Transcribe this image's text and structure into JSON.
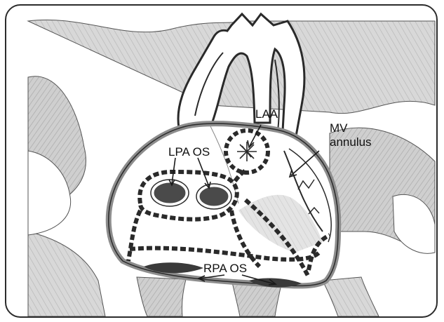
{
  "labels": {
    "laa": "LAA",
    "lpa_os": "LPA OS",
    "mv_line1": "MV",
    "mv_line2": "annulus",
    "rpa_os": "RPA OS"
  },
  "colors": {
    "sketch_gray": "#d2d2d2",
    "tissue_gray": "#bdbdbd",
    "outline": "#2a2a2a",
    "wall_gray": "#8d8d8d",
    "vein_dark": "#3a3a3a"
  }
}
